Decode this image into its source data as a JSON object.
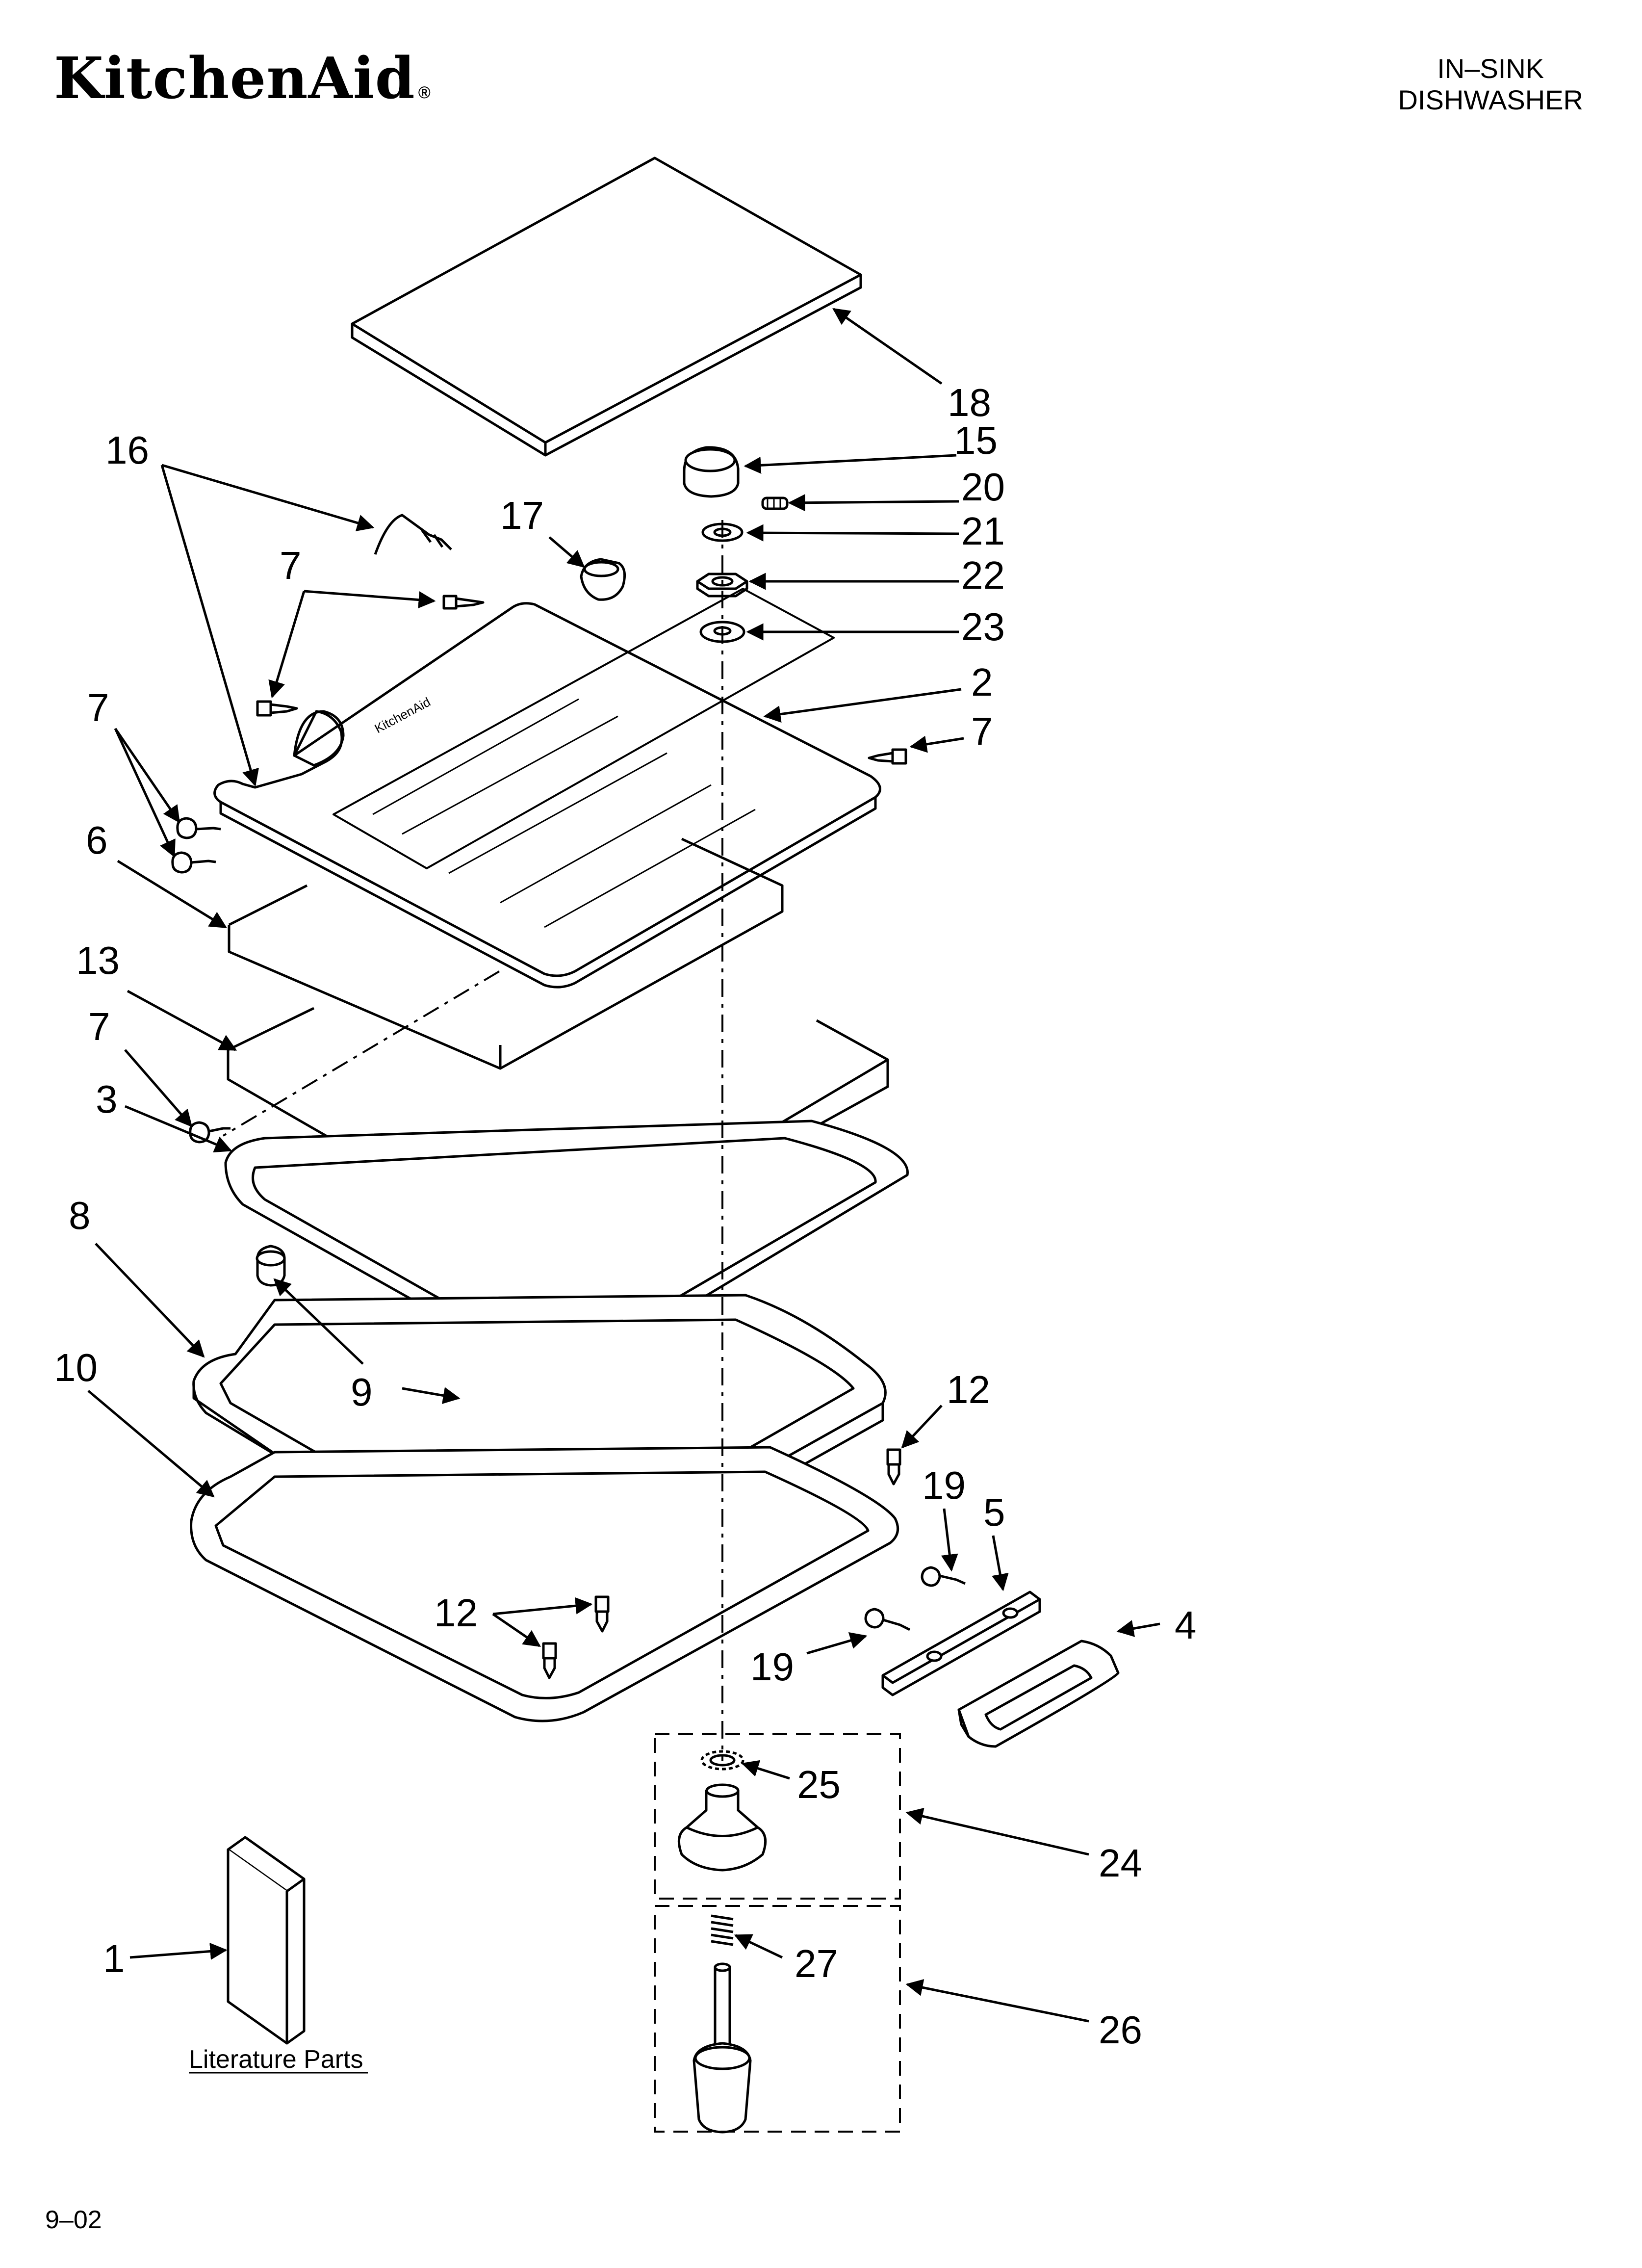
{
  "brand": "KitchenAid",
  "brand_mark": "®",
  "product_line1": "IN–SINK",
  "product_line2": "DISHWASHER",
  "date_code": "9–02",
  "literature_label": "Literature Parts",
  "callouts": {
    "c18": "18",
    "c15": "15",
    "c20": "20",
    "c21": "21",
    "c22": "22",
    "c23": "23",
    "c2": "2",
    "c7_right": "7",
    "c16": "16",
    "c17": "17",
    "c7_top": "7",
    "c7_left": "7",
    "c6": "6",
    "c13": "13",
    "c7_mid": "7",
    "c3": "3",
    "c8": "8",
    "c9": "9",
    "c10": "10",
    "c12_right": "12",
    "c19_top": "19",
    "c5": "5",
    "c4": "4",
    "c19_bottom": "19",
    "c12_bottom": "12",
    "c25": "25",
    "c24": "24",
    "c27": "27",
    "c26": "26",
    "c1": "1"
  }
}
